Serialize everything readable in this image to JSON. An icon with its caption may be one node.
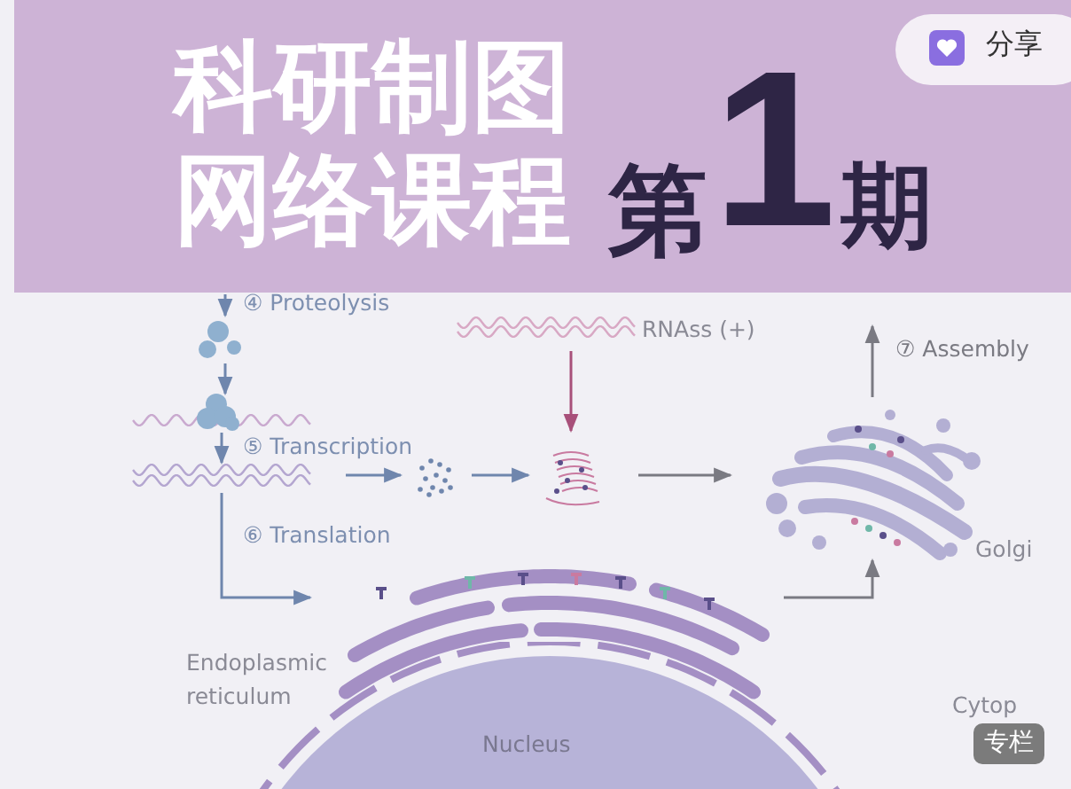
{
  "diagram": {
    "title": "科研制图网络课程",
    "nodes": [
      {
        "text": [],
        "shape": "picture"
      },
      {
        "text": [],
        "shape": "picture"
      },
      {
        "text": [],
        "shape": "picture"
      },
      {
        "text": [],
        "shape": "picture"
      },
      {
        "text": [
          "RNAss (+)"
        ]
      },
      {
        "text": [],
        "shape": "picture"
      },
      {
        "text": [],
        "shape": "picture",
        "beside": [
          "Golgi"
        ]
      },
      {
        "text": [],
        "shape": "picture",
        "beside": [
          "Endoplasmic reticulum"
        ]
      },
      {
        "text": [
          "Nucleus"
        ]
      }
    ],
    "edges": [
      {
        "from": null,
        "to": 0,
        "arrow": "to",
        "label": "④ Proteolysis"
      },
      {
        "from": 0,
        "to": 1,
        "arrow": "to"
      },
      {
        "from": 1,
        "to": 2,
        "arrow": "to",
        "label": "⑤ Transcription"
      },
      {
        "from": 2,
        "to": 7,
        "arrow": "to",
        "label": "⑥ Translation"
      },
      {
        "from": 2,
        "to": 3,
        "arrow": "to"
      },
      {
        "from": 3,
        "to": 5,
        "arrow": "to"
      },
      {
        "from": 4,
        "to": 5,
        "arrow": "to",
        "color": "#a8507a"
      },
      {
        "from": 5,
        "to": 6,
        "arrow": "to",
        "color": "#7a7a82"
      },
      {
        "from": 7,
        "to": 6,
        "arrow": "to",
        "color": "#7a7a82"
      },
      {
        "from": 6,
        "to": null,
        "arrow": "to",
        "label": "⑦ Assembly",
        "color": "#7a7a82"
      }
    ],
    "labels": [
      "第",
      "1",
      "期",
      "分享",
      "专栏",
      "Cytop"
    ]
  }
}
